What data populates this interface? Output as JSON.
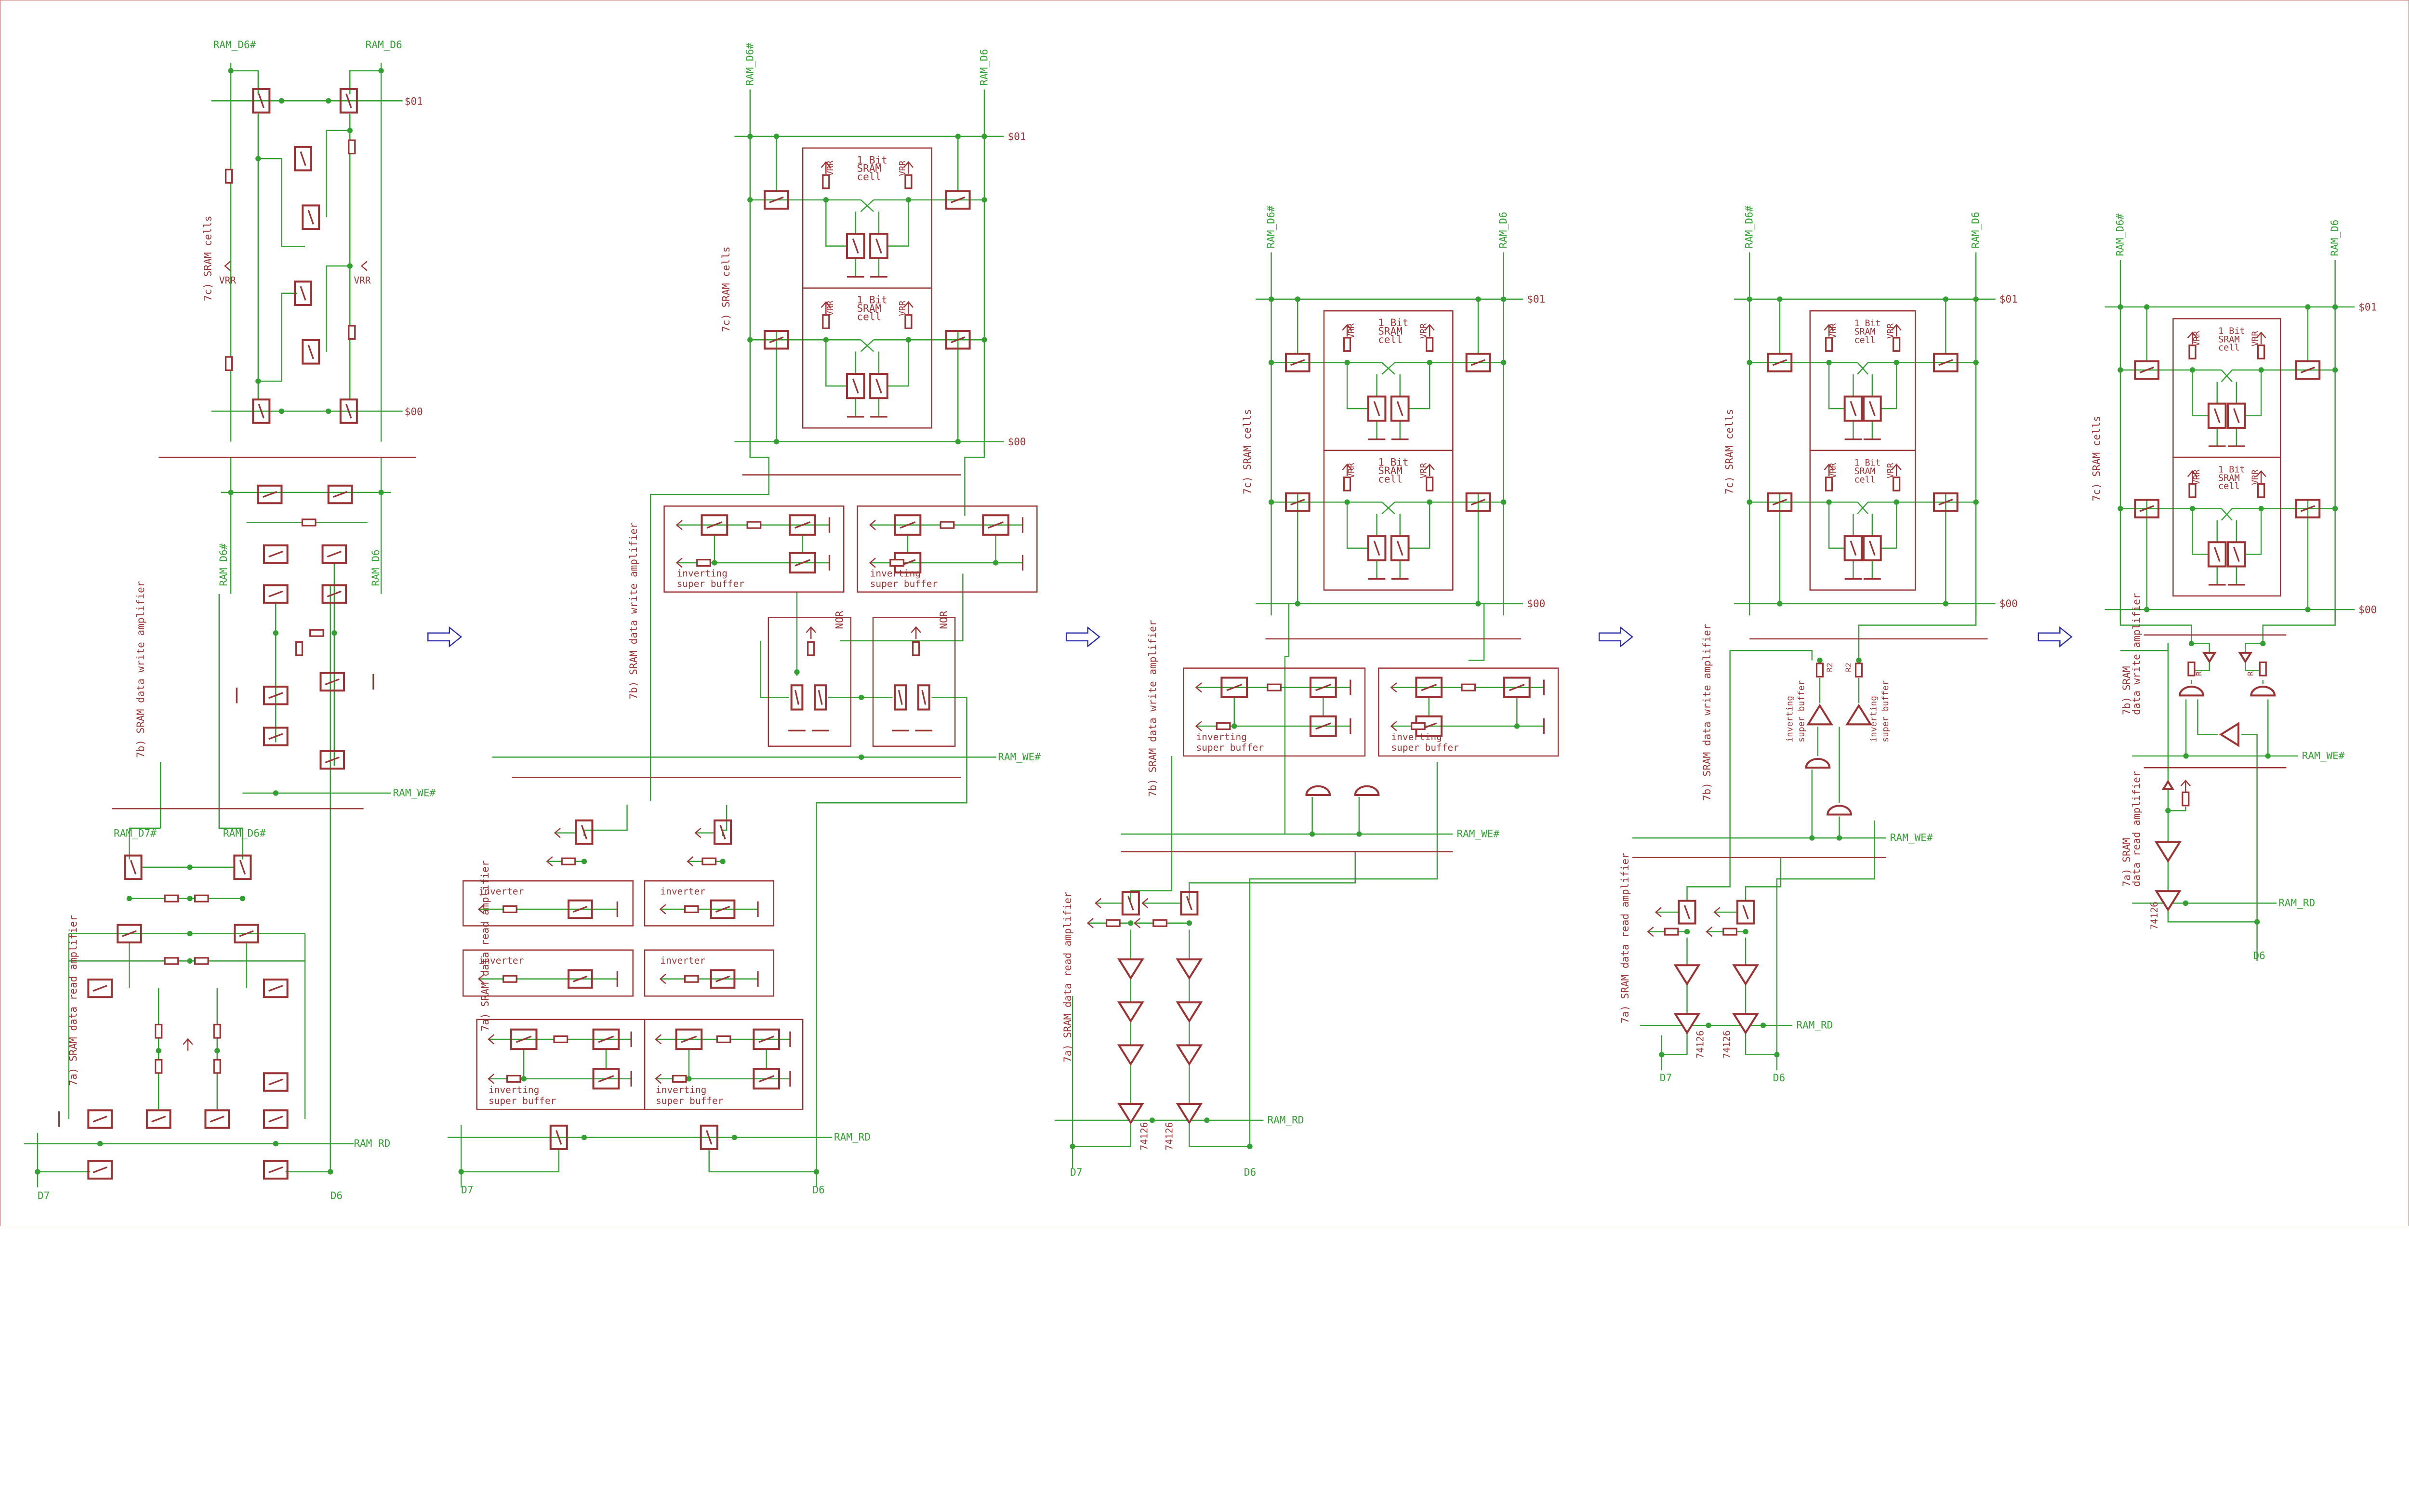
{
  "colors": {
    "component": "#9a3434",
    "wire": "#34a034",
    "flow_arrow": "#2a2aa8"
  },
  "common": {
    "vrr": "VRR",
    "cell_line1": "1 Bit",
    "cell_line2": "SRAM",
    "cell_line3": "cell",
    "buffer_line1": "inverting",
    "buffer_line2": "super buffer",
    "nor": "NOR",
    "inverter": "inverter",
    "chip": "74126",
    "r": "R",
    "r2": "R2"
  },
  "panels": [
    {
      "section_cells": "7c) SRAM cells",
      "section_write": "7b) SRAM data write amplifier",
      "section_read": "7a) SRAM data read amplifier",
      "net_d6n": "RAM_D6#",
      "net_d6": "RAM_D6",
      "addr_01": "$01",
      "addr_00": "$00",
      "net_d6n_mid": "RAM_D6#",
      "net_d6_mid": "RAM_D6",
      "net_we": "RAM_WE#",
      "net_d7n": "RAM_D7#",
      "net_d6n_bot": "RAM_D6#",
      "net_rd": "RAM_RD",
      "net_d7": "D7",
      "net_d6_bus": "D6"
    },
    {
      "section_cells": "7c) SRAM cells",
      "section_write": "7b) SRAM data write amplifier",
      "section_read": "7a) SRAM data read amplifier",
      "net_d6n": "RAM_D6#",
      "net_d6": "RAM_D6",
      "addr_01": "$01",
      "addr_00": "$00",
      "net_we": "RAM_WE#",
      "net_rd": "RAM_RD",
      "net_d7": "D7",
      "net_d6_bus": "D6"
    },
    {
      "section_cells": "7c) SRAM cells",
      "section_write": "7b) SRAM data write amplifier",
      "section_read": "7a) SRAM data read amplifier",
      "net_d6n": "RAM_D6#",
      "net_d6": "RAM_D6",
      "addr_01": "$01",
      "addr_00": "$00",
      "net_we": "RAM_WE#",
      "net_rd": "RAM_RD",
      "net_d7": "D7",
      "net_d6_bus": "D6"
    },
    {
      "section_cells": "7c) SRAM cells",
      "section_write": "7b) SRAM data write amplifier",
      "section_read": "7a) SRAM data read amplifier",
      "net_d6n": "RAM_D6#",
      "net_d6": "RAM_D6",
      "addr_01": "$01",
      "addr_00": "$00",
      "net_we": "RAM_WE#",
      "net_rd": "RAM_RD",
      "net_d7": "D7",
      "net_d6_bus": "D6"
    },
    {
      "section_cells": "7c) SRAM cells",
      "section_write_1": "7b) SRAM",
      "section_write_2": "data write amplifier",
      "section_read_1": "7a) SRAM",
      "section_read_2": "data read amplifier",
      "net_d6n": "RAM_D6#",
      "net_d6": "RAM_D6",
      "addr_01": "$01",
      "addr_00": "$00",
      "net_we": "RAM_WE#",
      "net_rd": "RAM_RD",
      "net_d6_bus": "D6"
    }
  ]
}
